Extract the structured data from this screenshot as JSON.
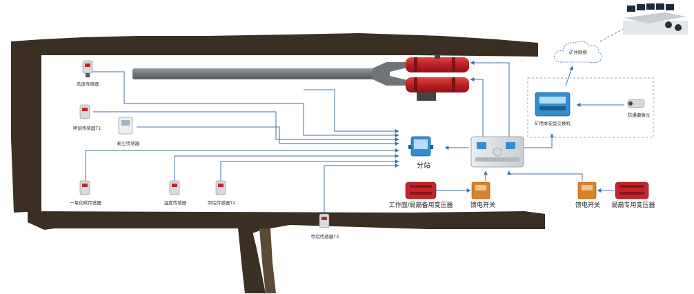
{
  "colors": {
    "mine_rock": "#3b2f23",
    "signal_line": "#3d6fa8",
    "transformer_red": "#c0262b",
    "switch_orange": "#d9822b",
    "substation_blue": "#2f8fd1"
  },
  "labels": {
    "wind_sensor": "风速传感器",
    "methane_t1": "甲烷传感器T1",
    "dust_sensor": "粉尘传感器",
    "co_sensor": "一氧化碳传感器",
    "temp_sensor": "温度传感器",
    "methane_t2": "甲烷传感器T2",
    "methane_t3": "甲烷传感器T3",
    "substation": "分站",
    "feed_switch_left": "馈电开关",
    "feed_switch_right": "馈电开关",
    "work_transformer": "工作面/局扇备用变压器",
    "fan_transformer": "局扇专用变压器",
    "network_cloud": "矿井网络",
    "ring_switch": "矿用本安型交换机",
    "camera": "防爆摄像仪"
  },
  "icons": {
    "sensor": "gas-sensor-icon",
    "camera": "camera-icon",
    "cloud": "cloud-icon",
    "control_room": "control-room-icon"
  }
}
